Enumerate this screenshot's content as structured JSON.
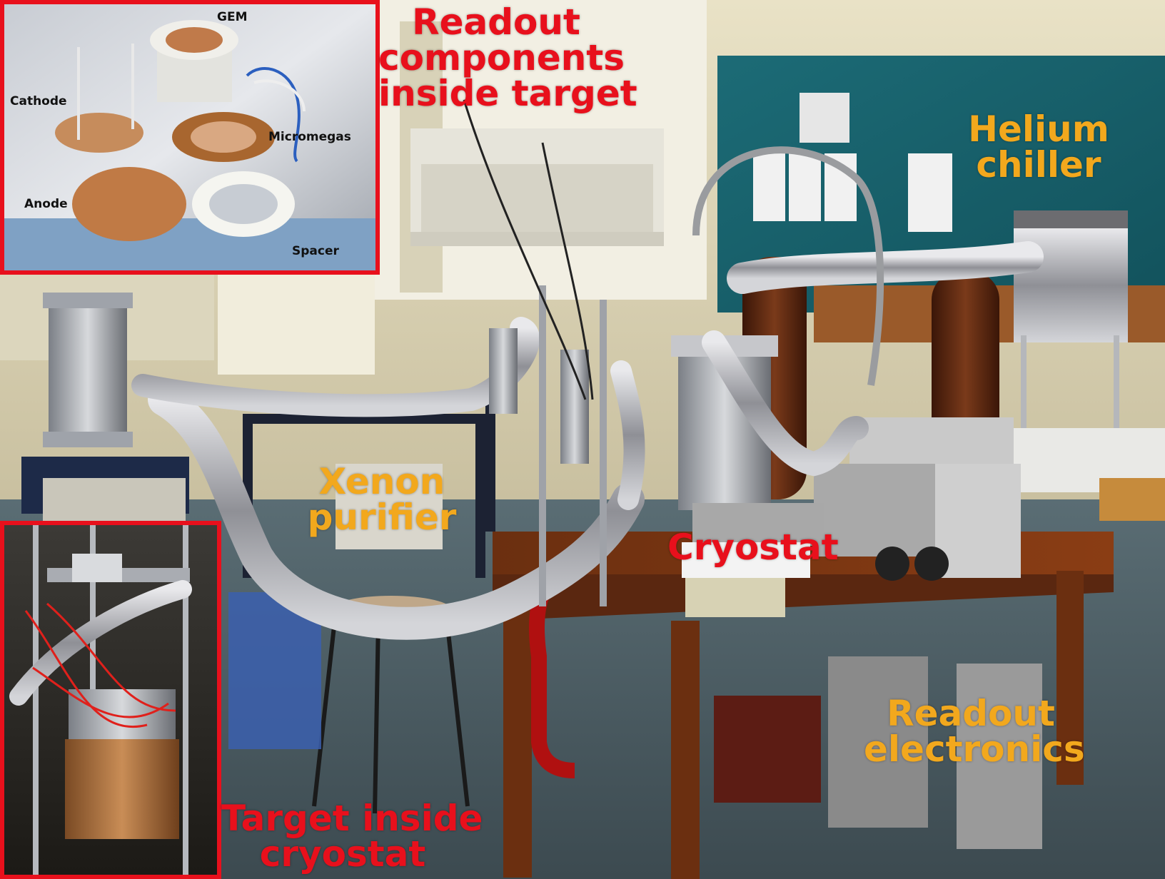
{
  "colors": {
    "red_label": "#e8101c",
    "orange_label": "#f2a81d",
    "inset_border": "#e8101c"
  },
  "labels": {
    "readout_components": [
      "Readout",
      "components",
      "inside target"
    ],
    "helium_chiller": [
      "Helium",
      "chiller"
    ],
    "xenon_purifier": [
      "Xenon",
      "purifier"
    ],
    "cryostat": "Cryostat",
    "readout_electronics": [
      "Readout",
      "electronics"
    ],
    "target_inside_cryostat": [
      "Target inside",
      "cryostat"
    ]
  },
  "inset_components": {
    "gem": "GEM",
    "cathode": "Cathode",
    "micromegas": "Micromegas",
    "anode": "Anode",
    "spacer": "Spacer"
  }
}
